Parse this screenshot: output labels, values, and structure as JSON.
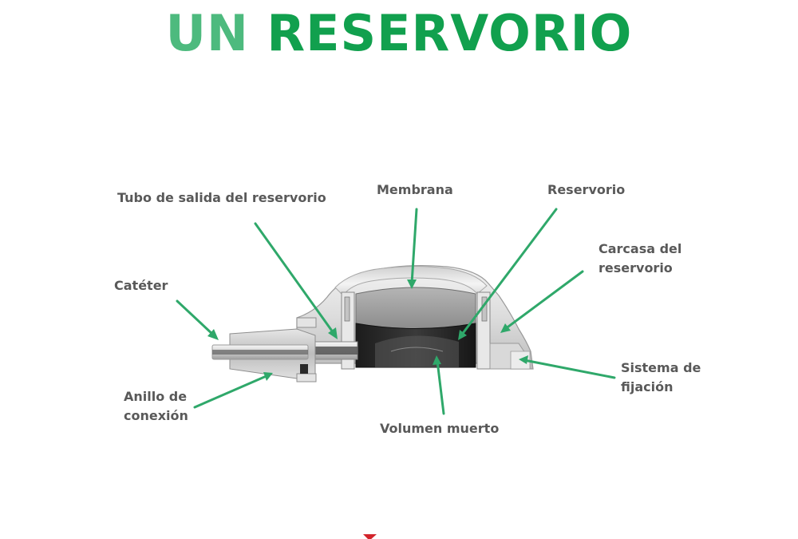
{
  "title": {
    "word1": "UN",
    "word2": "RESERVORIO"
  },
  "labels": {
    "tubo": "Tubo de salida del reservorio",
    "membrana": "Membrana",
    "reservorio": "Reservorio",
    "carcasa_1": "Carcasa del",
    "carcasa_2": "reservorio",
    "cateter": "Catéter",
    "anillo_1": "Anillo de",
    "anillo_2": "conexión",
    "volumen": "Volumen muerto",
    "sistema_1": "Sistema de",
    "sistema_2": "fijación"
  },
  "colors": {
    "title_light": "#4dba7e",
    "title_dark": "#11a04e",
    "arrow": "#2fa86a",
    "label_text": "#595959",
    "marker": "#d2232a"
  }
}
